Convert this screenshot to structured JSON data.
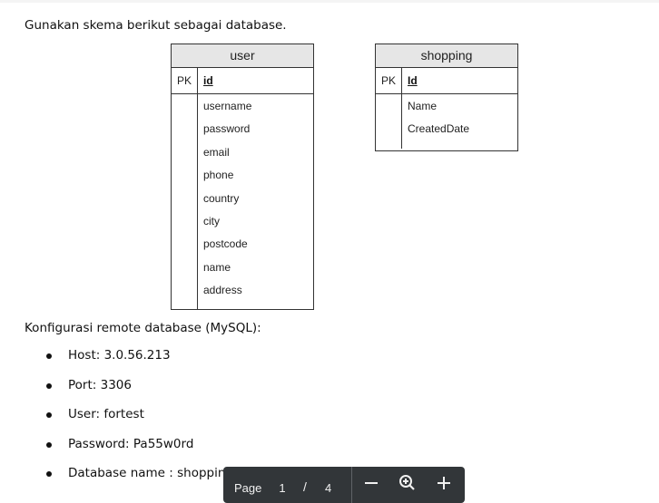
{
  "intro_text": "Gunakan skema berikut sebagai database.",
  "entities": {
    "user": {
      "title": "user",
      "pk_label": "PK",
      "pk_field": "id",
      "fields": [
        "username",
        "password",
        "email",
        "phone",
        "country",
        "city",
        "postcode",
        "name",
        "address"
      ]
    },
    "shopping": {
      "title": "shopping",
      "pk_label": "PK",
      "pk_field": "Id",
      "fields": [
        "Name",
        "CreatedDate"
      ]
    }
  },
  "config_heading": "Konfigurasi remote database (MySQL):",
  "config_items": [
    "Host: 3.0.56.213",
    "Port: 3306",
    "User: fortest",
    "Password: Pa55w0rd",
    "Database name : shoppingdb"
  ],
  "pdf_toolbar": {
    "page_label": "Page",
    "current_page": "1",
    "separator": "/",
    "total_pages": "4",
    "zoom_out_icon": "minus-icon",
    "zoom_fit_icon": "zoom-fit-icon",
    "zoom_in_icon": "plus-icon"
  },
  "colors": {
    "entity_header_bg": "#e6e6e6",
    "entity_border": "#333333",
    "toolbar_bg": "#323639",
    "toolbar_text": "#f1f1f1"
  }
}
